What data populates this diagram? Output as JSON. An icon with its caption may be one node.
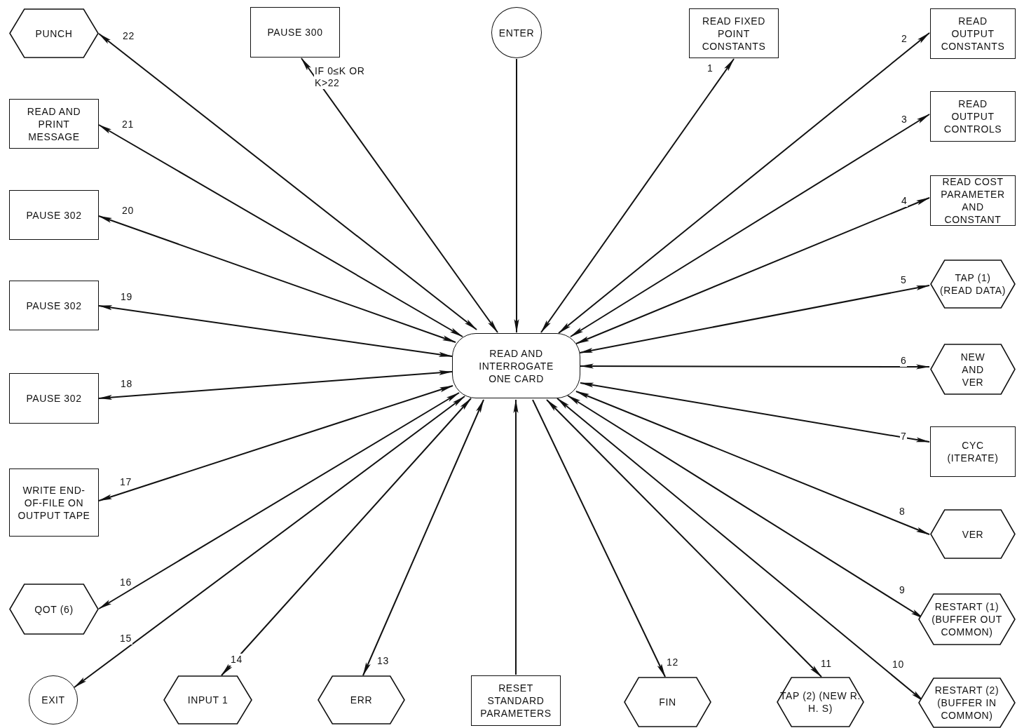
{
  "diagram": {
    "nodes": [
      {
        "text": [
          "PUNCH"
        ]
      },
      {
        "text": [
          "PAUSE 300"
        ]
      },
      {
        "text": [
          "ENTER"
        ]
      },
      {
        "text": [
          "READ FIXED POINT CONSTANTS"
        ]
      },
      {
        "text": [
          "READ OUTPUT CONSTANTS"
        ]
      },
      {
        "text": [
          "READ AND PRINT MESSAGE"
        ]
      },
      {
        "text": [
          "READ OUTPUT CONTROLS"
        ]
      },
      {
        "text": [
          "PAUSE 302"
        ]
      },
      {
        "text": [
          "READ COST PARAMETER AND CONSTANT"
        ]
      },
      {
        "text": [
          "PAUSE 302"
        ]
      },
      {
        "text": [
          "TAP (1) (READ DATA)"
        ]
      },
      {
        "text": [
          "READ AND INTERROGATE ONE CARD"
        ]
      },
      {
        "text": [
          "NEW AND VER"
        ]
      },
      {
        "text": [
          "PAUSE 302"
        ]
      },
      {
        "text": [
          "CYC (ITERATE)"
        ]
      },
      {
        "text": [
          "WRITE END-OF-FILE ON OUTPUT TAPE"
        ]
      },
      {
        "text": [
          "VER"
        ]
      },
      {
        "text": [
          "QOT (6)"
        ]
      },
      {
        "text": [
          "RESTART (1) (BUFFER OUT COMMON)"
        ]
      },
      {
        "text": [
          "EXIT"
        ]
      },
      {
        "text": [
          "INPUT 1"
        ]
      },
      {
        "text": [
          "ERR"
        ]
      },
      {
        "text": [
          "RESET STANDARD PARAMETERS"
        ]
      },
      {
        "text": [
          "FIN"
        ]
      },
      {
        "text": [
          "TAP (2) (NEW R. H. S)"
        ]
      },
      {
        "text": [
          "RESTART (2) (BUFFER IN COMMON)"
        ]
      }
    ],
    "edges": [
      {
        "from": 11,
        "to": 3,
        "arrow": "both",
        "label": "1"
      },
      {
        "from": 11,
        "to": 4,
        "arrow": "both",
        "label": "2"
      },
      {
        "from": 11,
        "to": 6,
        "arrow": "both",
        "label": "3"
      },
      {
        "from": 11,
        "to": 8,
        "arrow": "both",
        "label": "4"
      },
      {
        "from": 11,
        "to": 10,
        "arrow": "both",
        "label": "5"
      },
      {
        "from": 11,
        "to": 12,
        "arrow": "both",
        "label": "6"
      },
      {
        "from": 11,
        "to": 14,
        "arrow": "both",
        "label": "7"
      },
      {
        "from": 11,
        "to": 16,
        "arrow": "both",
        "label": "8"
      },
      {
        "from": 11,
        "to": 18,
        "arrow": "both",
        "label": "9"
      },
      {
        "from": 11,
        "to": 25,
        "arrow": "both",
        "label": "10"
      },
      {
        "from": 11,
        "to": 24,
        "arrow": "both",
        "label": "11"
      },
      {
        "from": 11,
        "to": 23,
        "arrow": "to",
        "label": "12"
      },
      {
        "from": 11,
        "to": 21,
        "arrow": "both",
        "label": "13"
      },
      {
        "from": 11,
        "to": 20,
        "arrow": "both",
        "label": "14"
      },
      {
        "from": 11,
        "to": 19,
        "arrow": "both",
        "label": "15"
      },
      {
        "from": 11,
        "to": 17,
        "arrow": "both",
        "label": "16"
      },
      {
        "from": 11,
        "to": 15,
        "arrow": "both",
        "label": "17"
      },
      {
        "from": 11,
        "to": 13,
        "arrow": "both",
        "label": "18"
      },
      {
        "from": 11,
        "to": 9,
        "arrow": "both",
        "label": "19"
      },
      {
        "from": 11,
        "to": 7,
        "arrow": "both",
        "label": "20"
      },
      {
        "from": 11,
        "to": 5,
        "arrow": "both",
        "label": "21"
      },
      {
        "from": 11,
        "to": 0,
        "arrow": "both",
        "label": "22"
      },
      {
        "from": 11,
        "to": 1,
        "arrow": "both",
        "label": "IF 0≤K OR K>22"
      },
      {
        "from": 2,
        "to": 11,
        "arrow": "to"
      },
      {
        "from": 22,
        "to": 11,
        "arrow": "to"
      }
    ]
  }
}
